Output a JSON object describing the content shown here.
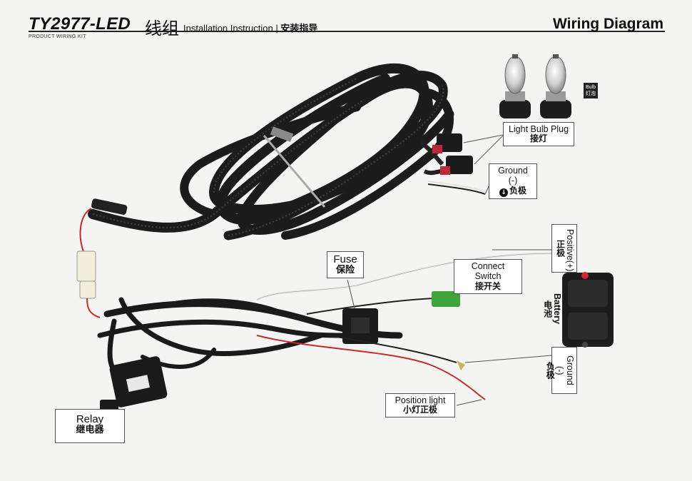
{
  "header": {
    "model": "TY2977-LED",
    "model_cn": "线组",
    "subtitle_en": "Installation Instruction |",
    "subtitle_cn": "安装指导",
    "kit_label": "PRODUCT WIRING KIT",
    "right_title": "Wiring Diagram"
  },
  "labels": {
    "light_bulb_plug": {
      "en": "Light Bulb Plug",
      "cn": "接灯"
    },
    "ground_top": {
      "en": "Ground (-)",
      "cn": "负极"
    },
    "bulb": {
      "en": "Bulb",
      "cn": "灯泡"
    },
    "fuse": {
      "en": "Fuse",
      "cn": "保险"
    },
    "connect_switch": {
      "en": "Connect Switch",
      "cn": "接开关"
    },
    "positive": {
      "en": "Positive(+)",
      "cn": "正极"
    },
    "battery": {
      "en": "Battery",
      "cn": "电池"
    },
    "ground_right": {
      "en": "Ground (-)",
      "cn": "负极"
    },
    "position_light": {
      "en": "Position light",
      "cn": "小灯正极"
    },
    "relay": {
      "en": "Relay",
      "cn": "继电器"
    }
  }
}
